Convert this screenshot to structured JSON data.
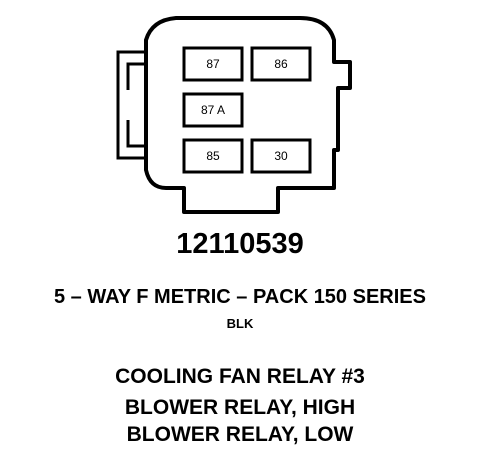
{
  "connector": {
    "terminals": [
      {
        "id": "t87",
        "label": "87"
      },
      {
        "id": "t86",
        "label": "86"
      },
      {
        "id": "t87a",
        "label": "87 A"
      },
      {
        "id": "t85",
        "label": "85"
      },
      {
        "id": "t30",
        "label": "30"
      }
    ]
  },
  "part_number": "12110539",
  "description": "5 – WAY F METRIC – PACK 150 SERIES",
  "color": "BLK",
  "applications": [
    "COOLING FAN RELAY #3",
    "BLOWER RELAY, HIGH",
    "BLOWER RELAY, LOW"
  ]
}
